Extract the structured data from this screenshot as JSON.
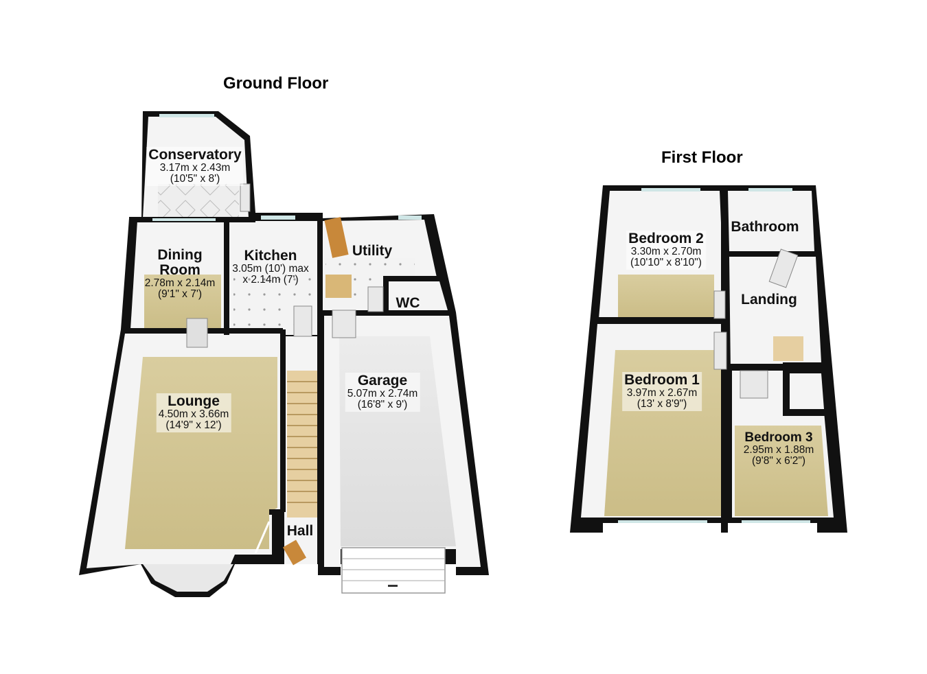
{
  "floors": {
    "ground": {
      "title": "Ground Floor"
    },
    "first": {
      "title": "First Floor"
    }
  },
  "rooms": {
    "conservatory": {
      "name": "Conservatory",
      "metric": "3.17m x 2.43m",
      "imperial": "(10'5\" x 8')"
    },
    "dining": {
      "name_line1": "Dining",
      "name_line2": "Room",
      "metric": "2.78m x 2.14m",
      "imperial": "(9'1\" x 7')"
    },
    "kitchen": {
      "name": "Kitchen",
      "metric": "3.05m (10') max",
      "imperial": "x 2.14m (7')"
    },
    "utility": {
      "name": "Utility"
    },
    "wc": {
      "name": "WC"
    },
    "lounge": {
      "name": "Lounge",
      "metric": "4.50m x 3.66m",
      "imperial": "(14'9\" x 12')"
    },
    "garage": {
      "name": "Garage",
      "metric": "5.07m x 2.74m",
      "imperial": "(16'8\" x 9')"
    },
    "hall": {
      "name": "Hall"
    },
    "bedroom2": {
      "name": "Bedroom 2",
      "metric": "3.30m x 2.70m",
      "imperial": "(10'10\" x 8'10\")"
    },
    "bathroom": {
      "name": "Bathroom"
    },
    "landing": {
      "name": "Landing"
    },
    "bedroom1": {
      "name": "Bedroom 1",
      "metric": "3.97m x 2.67m",
      "imperial": "(13' x 8'9\")"
    },
    "bedroom3": {
      "name": "Bedroom 3",
      "metric": "2.95m x 1.88m",
      "imperial": "(9'8\" x 6'2\")"
    }
  },
  "colors": {
    "wall": "#111111",
    "carpet": "#d6c99a",
    "tile": "#f2f2f2",
    "garage_floor": "#e6e6e6",
    "wall_face": "#f4f4f4",
    "door": "#c8883a"
  }
}
